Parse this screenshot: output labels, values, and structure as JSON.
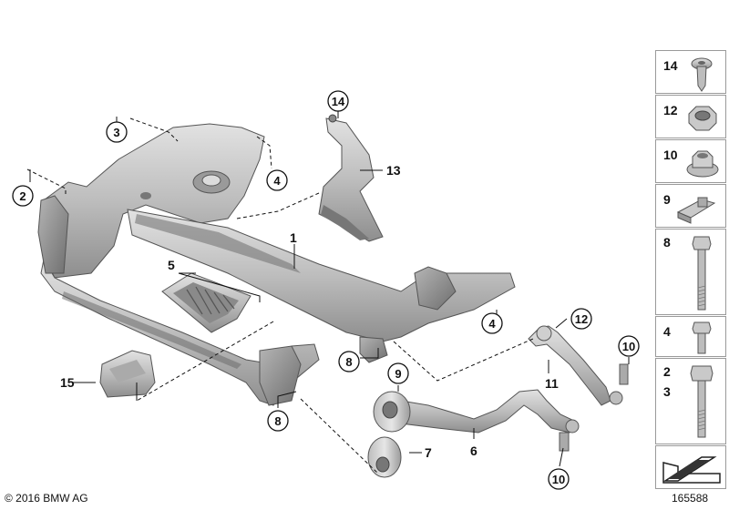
{
  "callouts": {
    "c1": "1",
    "c2": "2",
    "c3": "3",
    "c4a": "4",
    "c4b": "4",
    "c5": "5",
    "c6": "6",
    "c7": "7",
    "c8a": "8",
    "c8b": "8",
    "c9": "9",
    "c10a": "10",
    "c10b": "10",
    "c11": "11",
    "c12": "12",
    "c13": "13",
    "c14": "14",
    "c15": "15"
  },
  "side_panel": {
    "items": [
      {
        "label": "14",
        "part": "torx-bolt"
      },
      {
        "label": "12",
        "part": "hex-nut"
      },
      {
        "label": "10",
        "part": "collar-nut"
      },
      {
        "label": "9",
        "part": "clip-nut"
      },
      {
        "label": "8",
        "part": "long-hex-bolt"
      },
      {
        "label": "4",
        "part": "short-hex-bolt"
      },
      {
        "label": "2",
        "label2": "3",
        "part": "hex-bolt"
      }
    ],
    "arrow_icon": "parts-arrow-icon"
  },
  "footer": {
    "copyright": "© 2016 BMW AG",
    "image_number": "165588"
  },
  "colors": {
    "part_fill": "#c9c9c9",
    "part_shadow": "#9a9a9a",
    "outline": "#555555",
    "box_border": "#9a9a9a"
  }
}
